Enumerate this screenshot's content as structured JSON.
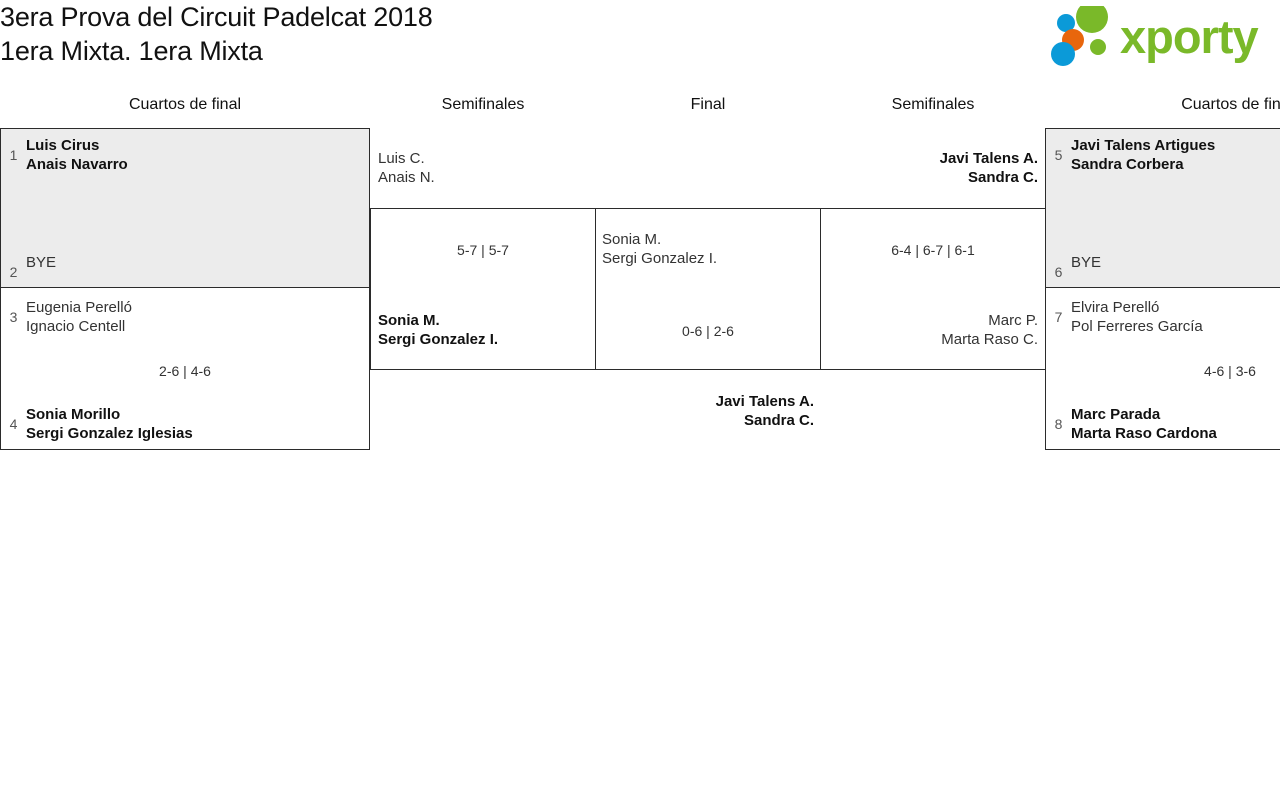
{
  "header": {
    "title_line1": "3era Prova del Circuit Padelcat 2018",
    "title_line2": "1era Mixta. 1era Mixta",
    "logo_text": "xporty",
    "logo_colors": {
      "green": "#7ab929",
      "blue": "#0b9ad8",
      "orange": "#e8660c"
    }
  },
  "rounds": {
    "qf_left": "Cuartos de final",
    "sf_left": "Semifinales",
    "final": "Final",
    "sf_right": "Semifinales",
    "qf_right": "Cuartos de fin"
  },
  "bracket": {
    "quarterfinals_left": [
      {
        "seed": "1",
        "player1": "Luis Cirus",
        "player2": "Anais Navarro",
        "winner": true,
        "shaded": true
      },
      {
        "seed": "2",
        "player1": "BYE",
        "player2": "",
        "winner": false,
        "shaded": true
      },
      {
        "seed": "3",
        "player1": "Eugenia Perelló",
        "player2": "Ignacio Centell",
        "winner": false,
        "shaded": false
      },
      {
        "seed": "4",
        "player1": "Sonia Morillo",
        "player2": "Sergi Gonzalez Iglesias",
        "winner": true,
        "shaded": false
      }
    ],
    "quarterfinals_right": [
      {
        "seed": "5",
        "player1": "Javi Talens Artigues",
        "player2": "Sandra Corbera",
        "winner": true,
        "shaded": true
      },
      {
        "seed": "6",
        "player1": "BYE",
        "player2": "",
        "winner": false,
        "shaded": true
      },
      {
        "seed": "7",
        "player1": "Elvira Perelló",
        "player2": "Pol Ferreres García",
        "winner": false,
        "shaded": false
      },
      {
        "seed": "8",
        "player1": "Marc Parada",
        "player2": "Marta Raso Cardona",
        "winner": true,
        "shaded": false
      }
    ],
    "semifinal_left": {
      "top": {
        "player1": "Luis C.",
        "player2": "Anais N.",
        "winner": false
      },
      "bottom": {
        "player1": "Sonia M.",
        "player2": "Sergi Gonzalez I.",
        "winner": true
      }
    },
    "semifinal_right": {
      "top": {
        "player1": "Javi Talens A.",
        "player2": "Sandra C.",
        "winner": true
      },
      "bottom": {
        "player1": "Marc P.",
        "player2": "Marta Raso C.",
        "winner": false
      }
    },
    "final": {
      "left": {
        "player1": "Sonia M.",
        "player2": "Sergi Gonzalez I.",
        "winner": false
      },
      "right": {
        "player1": "Javi Talens A.",
        "player2": "Sandra C.",
        "winner": true
      }
    }
  },
  "scores": {
    "qf_left_bottom": "2-6 | 4-6",
    "qf_right_bottom": "4-6 | 3-6",
    "sf_left": "5-7 | 5-7",
    "sf_right": "6-4 | 6-7 | 6-1",
    "final": "0-6 | 2-6"
  }
}
